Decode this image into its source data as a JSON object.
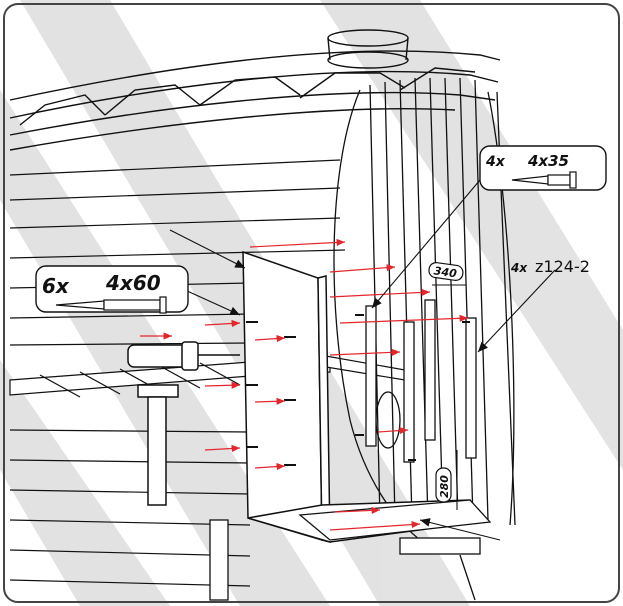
{
  "callouts": {
    "screw_small": {
      "qty": "4x",
      "size": "4x35"
    },
    "screw_large": {
      "qty": "6x",
      "size": "4x60"
    },
    "part": {
      "qty": "4x",
      "code": "z124-2"
    }
  },
  "dimensions": {
    "spacing": "340",
    "height": "280"
  },
  "colors": {
    "line": "#111111",
    "arrow": "#e3262c",
    "watermark": "#d9d9d9",
    "frame": "#444444"
  },
  "icons": [
    "screw-icon",
    "clamp-icon"
  ]
}
